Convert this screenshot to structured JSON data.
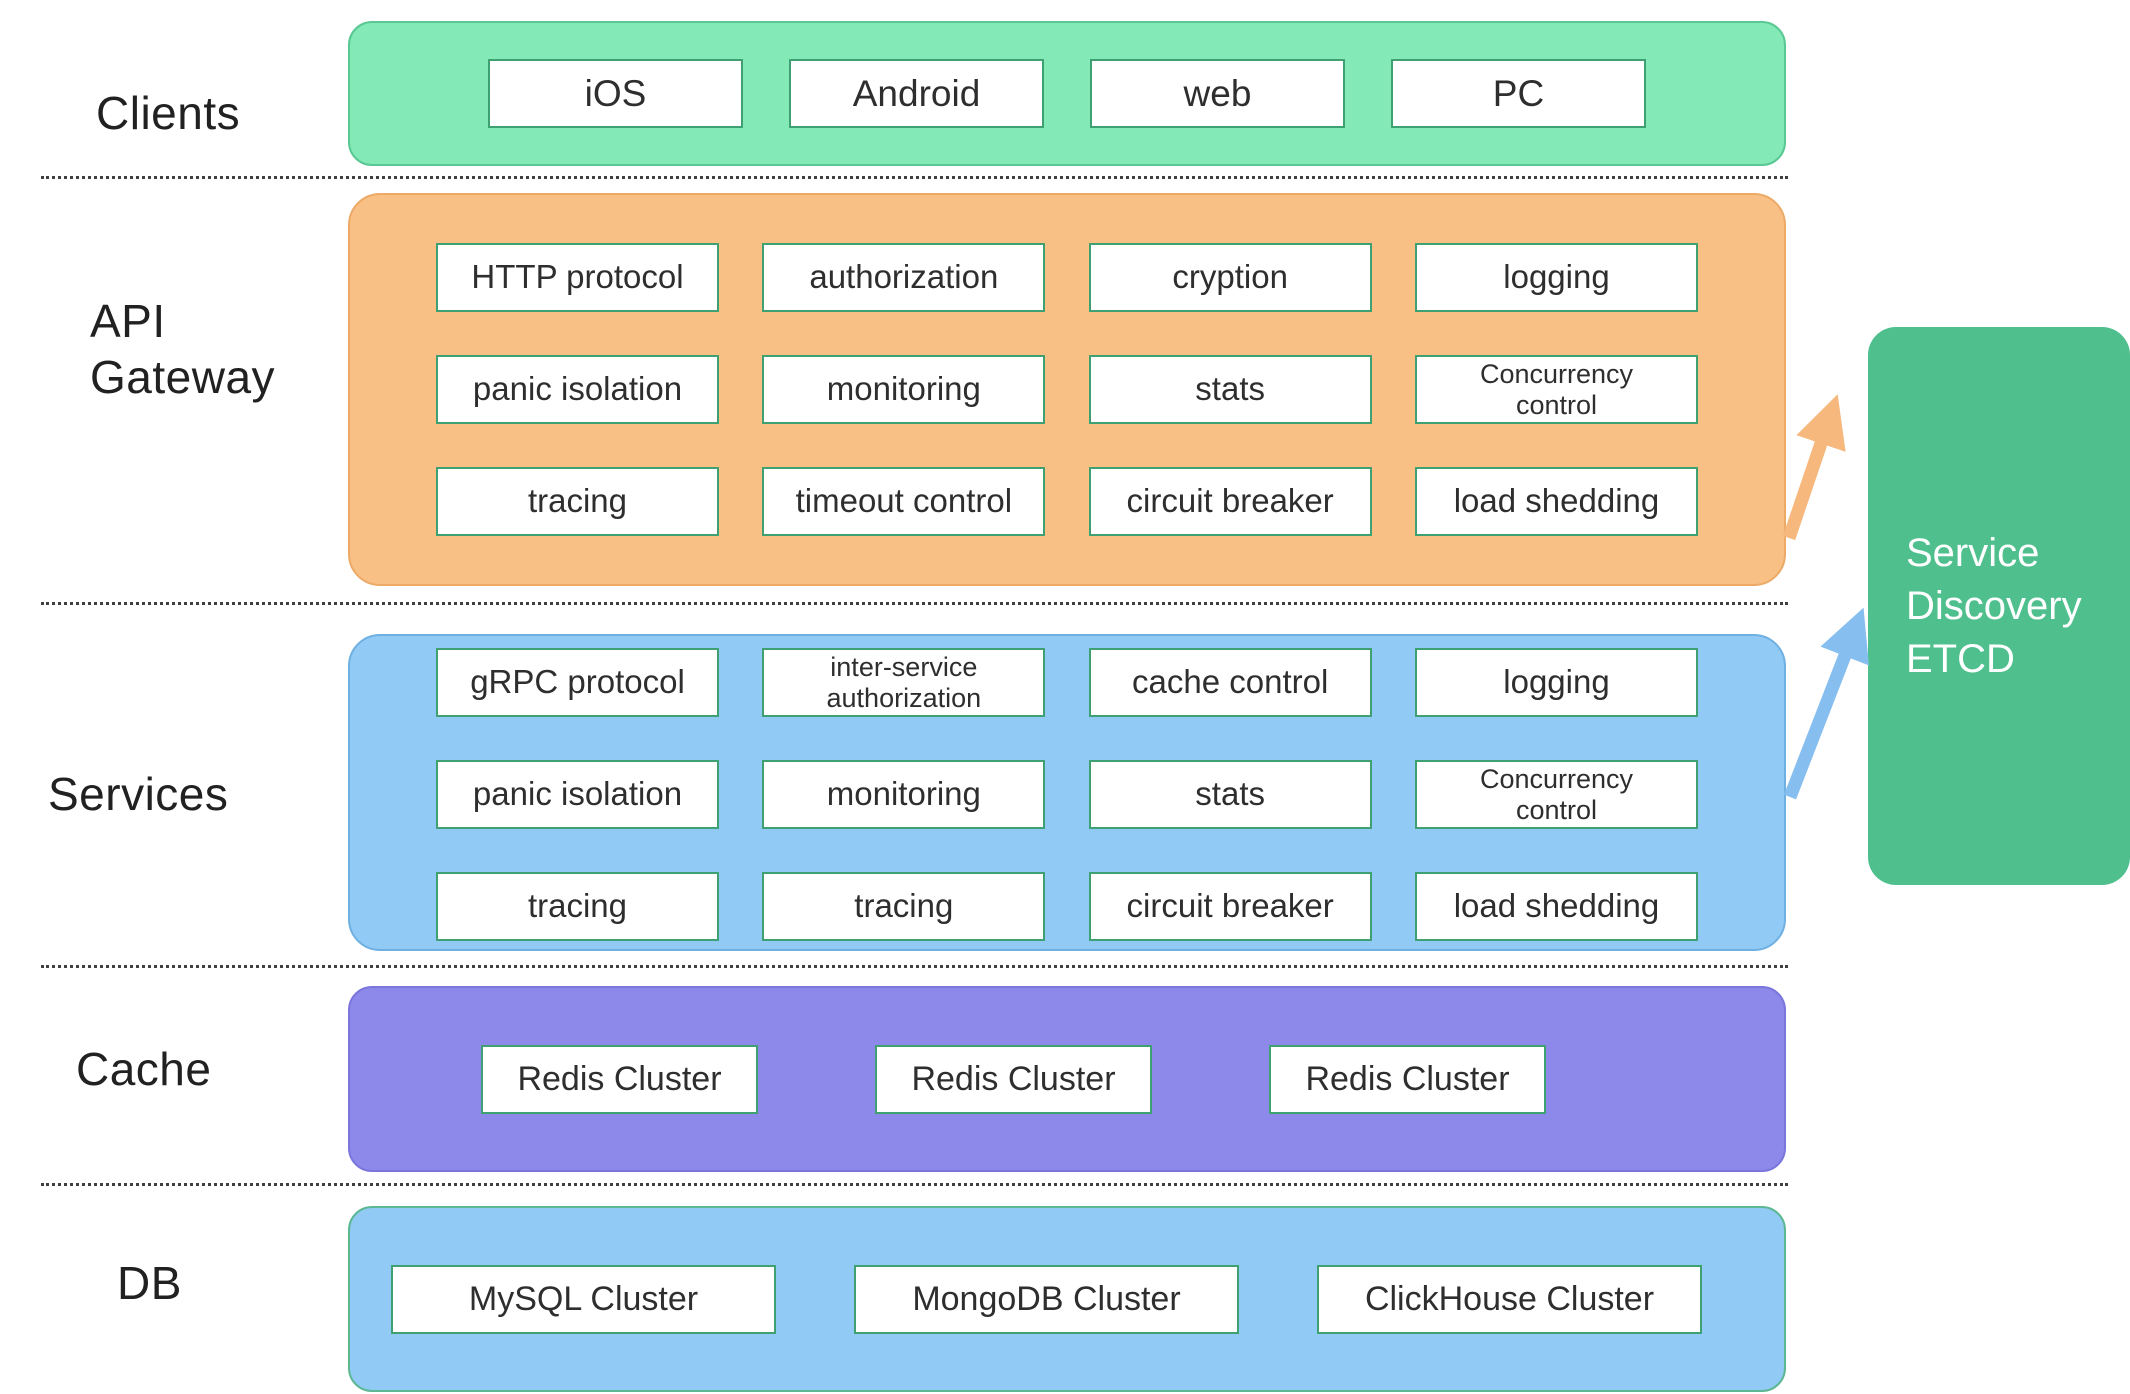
{
  "labels": {
    "clients": "Clients",
    "api_line1": "API",
    "api_line2": "Gateway",
    "services": "Services",
    "cache": "Cache",
    "db": "DB"
  },
  "clients": {
    "items": [
      "iOS",
      "Android",
      "web",
      "PC"
    ]
  },
  "api_gateway": {
    "rows": [
      [
        "HTTP protocol",
        "authorization",
        "cryption",
        "logging"
      ],
      [
        "panic isolation",
        "monitoring",
        "stats",
        "Concurrency\ncontrol"
      ],
      [
        "tracing",
        "timeout control",
        "circuit breaker",
        "load shedding"
      ]
    ]
  },
  "services": {
    "rows": [
      [
        "gRPC protocol",
        "inter-service\nauthorization",
        "cache control",
        "logging"
      ],
      [
        "panic isolation",
        "monitoring",
        "stats",
        "Concurrency\ncontrol"
      ],
      [
        "tracing",
        "tracing",
        "circuit breaker",
        "load shedding"
      ]
    ]
  },
  "cache": {
    "items": [
      "Redis Cluster",
      "Redis Cluster",
      "Redis Cluster"
    ]
  },
  "db": {
    "items": [
      "MySQL Cluster",
      "MongoDB Cluster",
      "ClickHouse Cluster"
    ]
  },
  "service_discovery": {
    "lines": [
      "Service",
      "Discovery",
      "ETCD"
    ]
  },
  "colors": {
    "clients_band": "#82e9b7",
    "api_band": "#f8c084",
    "services_band": "#91caf4",
    "cache_band": "#8d89ea",
    "db_band": "#91caf4",
    "etcd_box": "#4fc08d",
    "box_border": "#3fa172",
    "arrow_orange": "#f6b87c",
    "arrow_blue": "#86bef0"
  }
}
